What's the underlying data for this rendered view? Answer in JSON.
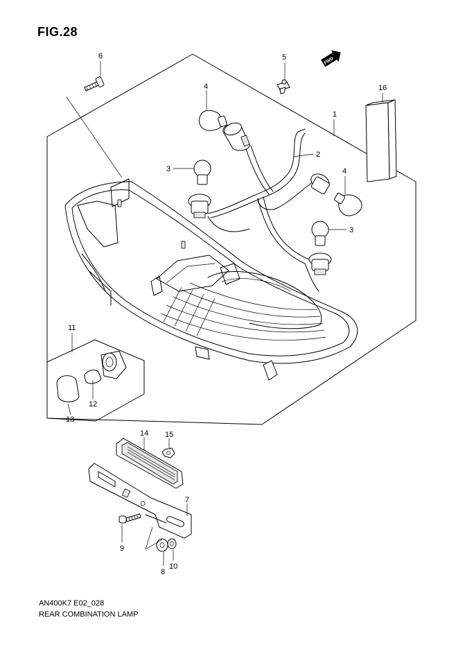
{
  "figure": {
    "title": "FIG.28",
    "model_code": "AN400K7 E02_028",
    "caption": "REAR COMBINATION LAMP"
  },
  "fwd_label": "FWD",
  "callouts": {
    "c1": "1",
    "c2": "2",
    "c3a": "3",
    "c3b": "3",
    "c4a": "4",
    "c4b": "4",
    "c5": "5",
    "c6": "6",
    "c7": "7",
    "c8": "8",
    "c9": "9",
    "c10": "10",
    "c11": "11",
    "c12": "12",
    "c13": "13",
    "c14": "14",
    "c15": "15",
    "c16": "16"
  }
}
